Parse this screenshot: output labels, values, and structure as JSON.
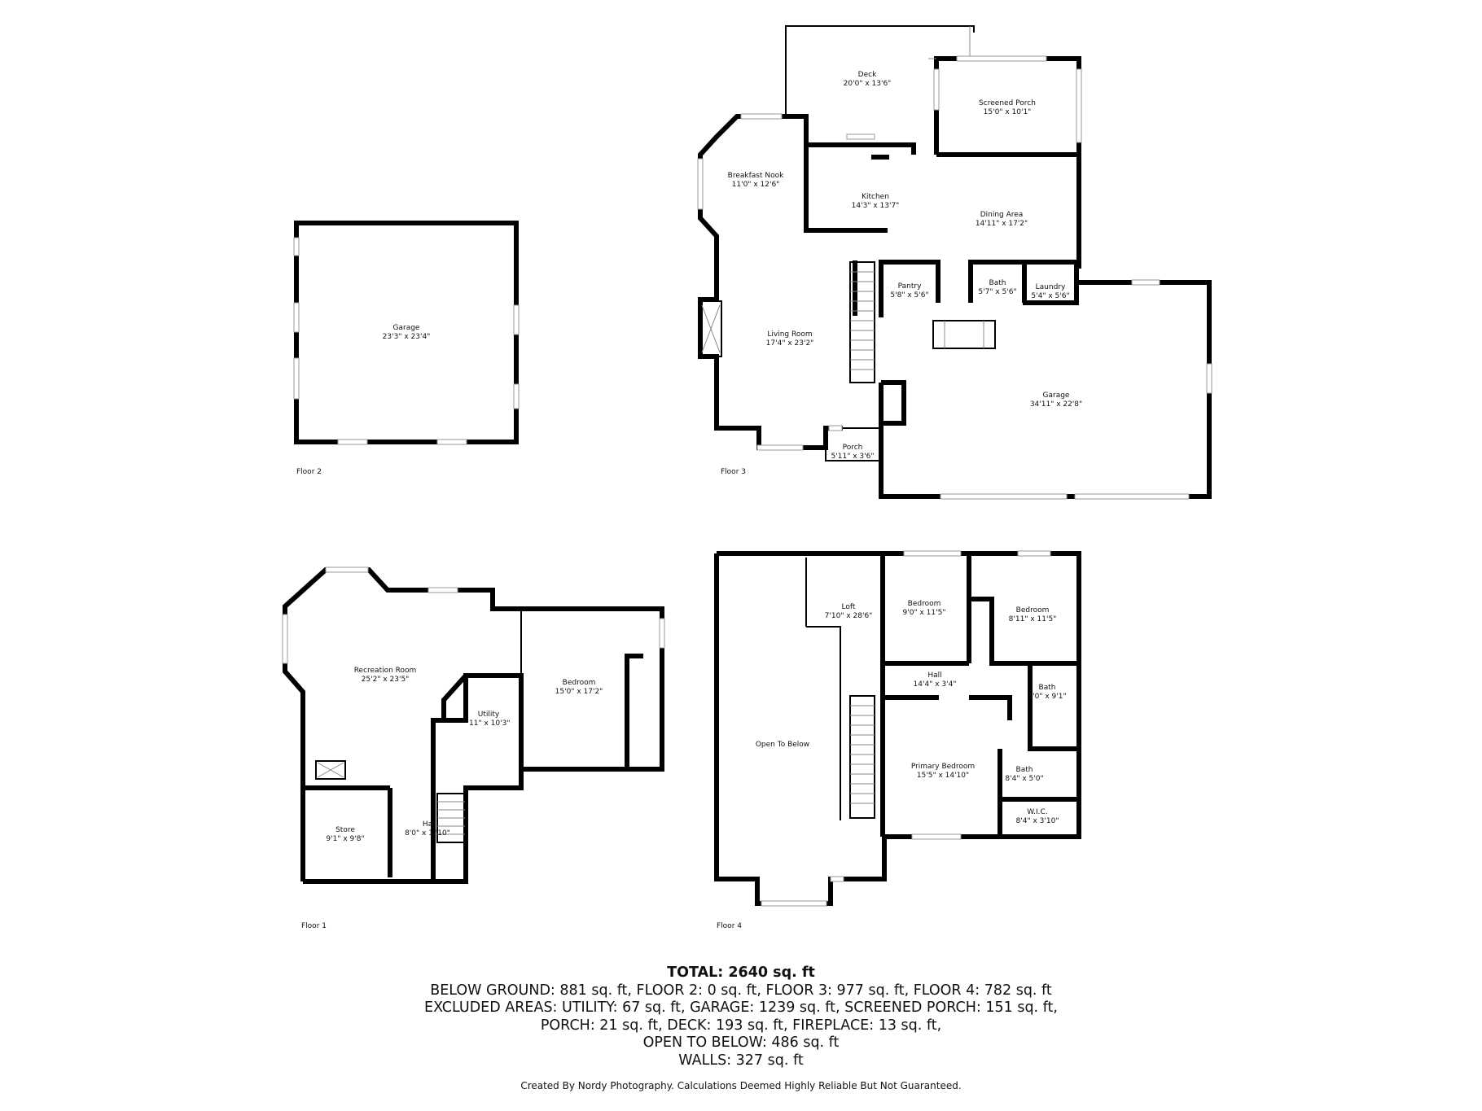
{
  "floors": {
    "floor2": {
      "label": "Floor 2",
      "rooms": [
        {
          "name": "Garage",
          "dim": "23'3\" x 23'4\""
        }
      ]
    },
    "floor3": {
      "label": "Floor 3",
      "rooms": [
        {
          "name": "Deck",
          "dim": "20'0\" x 13'6\""
        },
        {
          "name": "Screened Porch",
          "dim": "15'0\" x 10'1\""
        },
        {
          "name": "Breakfast Nook",
          "dim": "11'0\" x 12'6\""
        },
        {
          "name": "Kitchen",
          "dim": "14'3\" x 13'7\""
        },
        {
          "name": "Dining Area",
          "dim": "14'11\" x 17'2\""
        },
        {
          "name": "Pantry",
          "dim": "5'8\" x 5'6\""
        },
        {
          "name": "Bath",
          "dim": "5'7\" x 5'6\""
        },
        {
          "name": "Laundry",
          "dim": "5'4\" x 5'6\""
        },
        {
          "name": "Living Room",
          "dim": "17'4\" x 23'2\""
        },
        {
          "name": "Garage",
          "dim": "34'11\" x 22'8\""
        },
        {
          "name": "Porch",
          "dim": "5'11\" x 3'6\""
        }
      ]
    },
    "floor1": {
      "label": "Floor 1",
      "rooms": [
        {
          "name": "Recreation Room",
          "dim": "25'2\" x 23'5\""
        },
        {
          "name": "Bedroom",
          "dim": "15'0\" x 17'2\""
        },
        {
          "name": "Utility",
          "dim": "'11\" x 10'3\""
        },
        {
          "name": "Store",
          "dim": "9'1\" x 9'8\""
        },
        {
          "name": "Ha",
          "dim": "8'0\" x 1 '10\""
        }
      ]
    },
    "floor4": {
      "label": "Floor 4",
      "rooms": [
        {
          "name": "Loft",
          "dim": "7'10\" x 28'6\""
        },
        {
          "name": "Bedroom",
          "dim": "9'0\" x 11'5\""
        },
        {
          "name": "Bedroom",
          "dim": "8'11\" x 11'5\""
        },
        {
          "name": "Hall",
          "dim": "14'4\" x 3'4\""
        },
        {
          "name": "Bath",
          "dim": "5'0\" x 9'1\""
        },
        {
          "name": "Open To Below",
          "dim": ""
        },
        {
          "name": "Primary Bedroom",
          "dim": "15'5\" x 14'10\""
        },
        {
          "name": "Bath",
          "dim": "8'4\" x 5'0\""
        },
        {
          "name": "W.I.C.",
          "dim": "8'4\" x 3'10\""
        }
      ]
    }
  },
  "summary": {
    "total": "TOTAL: 2640 sq. ft",
    "line1": "BELOW GROUND: 881 sq. ft, FLOOR 2: 0 sq. ft, FLOOR 3: 977 sq. ft, FLOOR 4: 782 sq. ft",
    "line2": "EXCLUDED AREAS: UTILITY: 67 sq. ft, GARAGE: 1239 sq. ft, SCREENED PORCH: 151 sq. ft,",
    "line3": "PORCH: 21 sq. ft, DECK: 193 sq. ft, FIREPLACE: 13 sq. ft,",
    "line4": "OPEN TO BELOW: 486 sq. ft",
    "line5": "WALLS: 327 sq. ft"
  },
  "credit": "Created By Nordy Photography. Calculations Deemed Highly Reliable But Not Guaranteed."
}
